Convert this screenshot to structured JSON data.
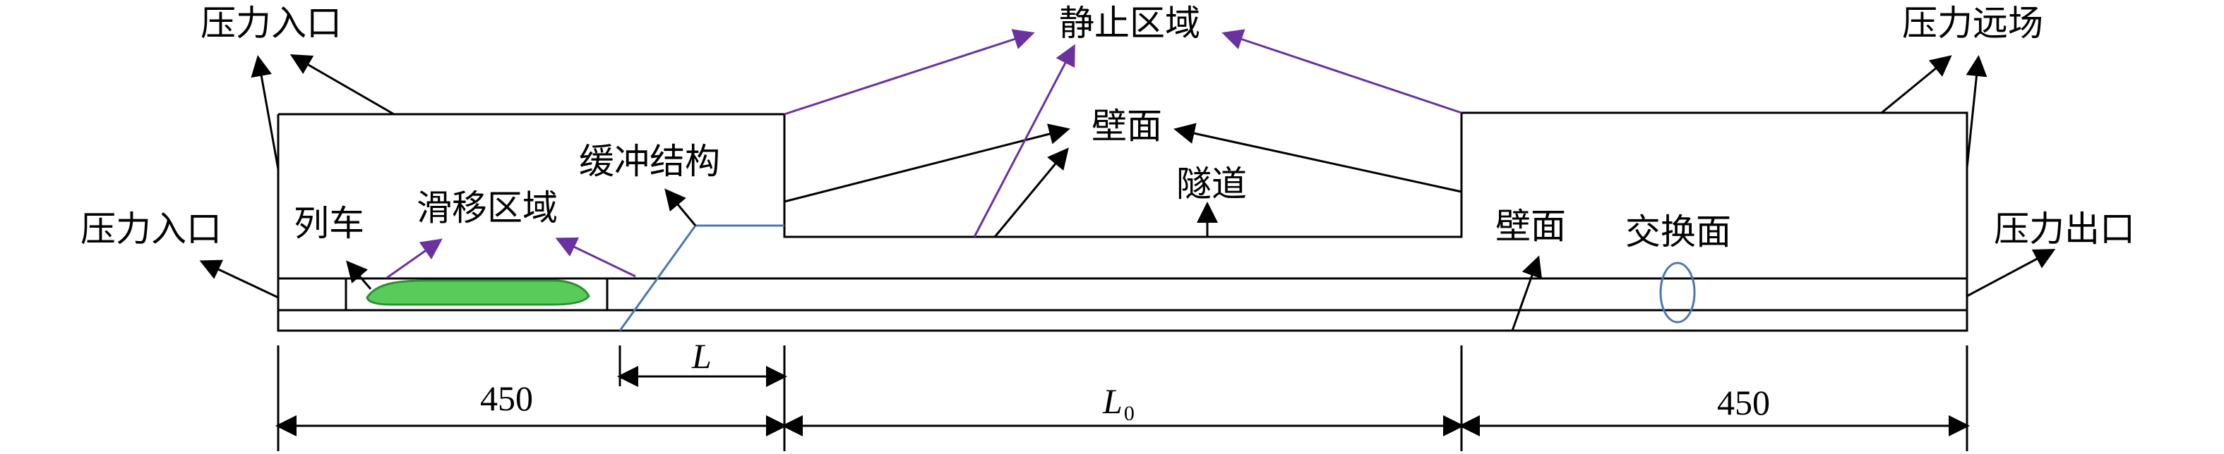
{
  "labels": {
    "pressure_inlet_top": "压力入口",
    "static_zone": "静止区域",
    "pressure_farfield": "压力远场",
    "wall_top": "壁面",
    "buffer_structure": "缓冲结构",
    "tunnel": "隧道",
    "pressure_inlet_left": "压力入口",
    "train": "列车",
    "sliding_zone": "滑移区域",
    "wall_right": "壁面",
    "interface": "交换面",
    "pressure_outlet": "压力出口"
  },
  "dimensions": {
    "left": "450",
    "buffer": "L",
    "middle_main": "L",
    "middle_sub": "0",
    "right": "450"
  },
  "colors": {
    "line": "#000000",
    "purple": "#6a32a0",
    "blue": "#4a78b0",
    "train_fill": "#59cb5b",
    "train_stroke": "#2e8f31"
  }
}
